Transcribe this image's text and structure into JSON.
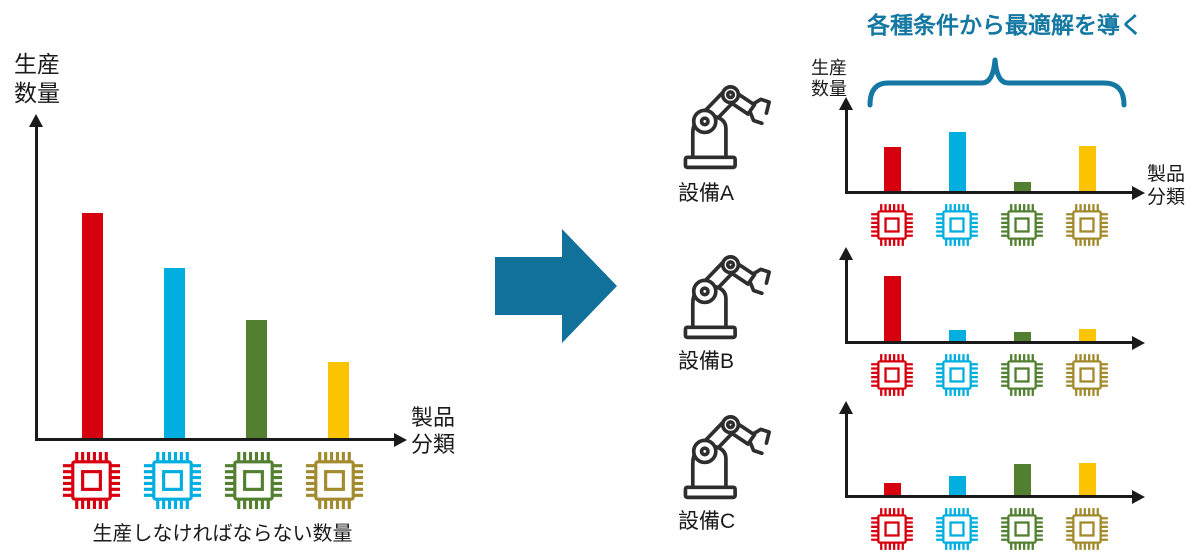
{
  "header": {
    "title": "各種条件から最適解を導く"
  },
  "colors": {
    "accent": "#1478a3",
    "arrow": "#11719a",
    "axis": "#1a1a1a",
    "bars": [
      "#d7000f",
      "#00aee0",
      "#538030",
      "#fcc400"
    ],
    "chips": [
      "#d7000f",
      "#00aee0",
      "#538030",
      "#a28a2e"
    ]
  },
  "left_chart": {
    "y_label": [
      "生産",
      "数量"
    ],
    "x_label": [
      "製品",
      "分類"
    ],
    "caption": "生産しなければならない数量"
  },
  "right_panel": {
    "y_label": [
      "生産",
      "数量"
    ],
    "x_label": [
      "製品",
      "分類"
    ],
    "machines": [
      {
        "label": "設備A"
      },
      {
        "label": "設備B"
      },
      {
        "label": "設備C"
      }
    ]
  },
  "chart_data": [
    {
      "id": "demand",
      "type": "bar",
      "title": "生産しなければならない数量",
      "ylabel": "生産数量",
      "xlabel": "製品分類",
      "categories": [
        "chip-red",
        "chip-cyan",
        "chip-green",
        "chip-gold"
      ],
      "values": [
        225,
        170,
        118,
        76
      ],
      "units": "relative (axes unlabeled, pixel-proportional)"
    },
    {
      "id": "equipment-A",
      "type": "bar",
      "title": "設備A",
      "ylabel": "生産数量",
      "xlabel": "製品分類",
      "categories": [
        "chip-red",
        "chip-cyan",
        "chip-green",
        "chip-gold"
      ],
      "values": [
        44,
        59,
        9,
        45
      ],
      "units": "relative (axes unlabeled, pixel-proportional)"
    },
    {
      "id": "equipment-B",
      "type": "bar",
      "title": "設備B",
      "ylabel": "",
      "xlabel": "",
      "categories": [
        "chip-red",
        "chip-cyan",
        "chip-green",
        "chip-gold"
      ],
      "values": [
        65,
        11,
        9,
        12
      ],
      "units": "relative (axes unlabeled, pixel-proportional)"
    },
    {
      "id": "equipment-C",
      "type": "bar",
      "title": "設備C",
      "ylabel": "",
      "xlabel": "",
      "categories": [
        "chip-red",
        "chip-cyan",
        "chip-green",
        "chip-gold"
      ],
      "values": [
        12,
        19,
        31,
        32
      ],
      "units": "relative (axes unlabeled, pixel-proportional)"
    }
  ]
}
